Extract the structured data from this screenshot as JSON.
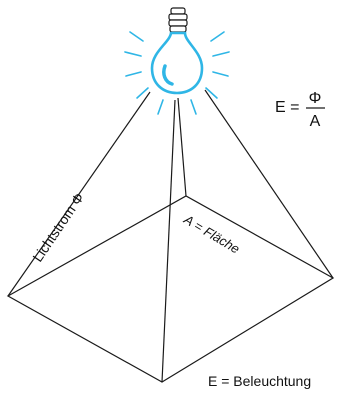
{
  "colors": {
    "line": "#1a1a1a",
    "bulb": "#2fb6e6",
    "bulb_base": "#ffffff",
    "text": "#111111"
  },
  "icons": {
    "light": "light-bulb-icon"
  },
  "labels": {
    "luminous_flux": "Lichtstrom Φ",
    "area": "A = Fläche",
    "illuminance": "E = Beleuchtung"
  },
  "formula": {
    "lhs": "E =",
    "numerator": "Φ",
    "denominator": "A"
  }
}
